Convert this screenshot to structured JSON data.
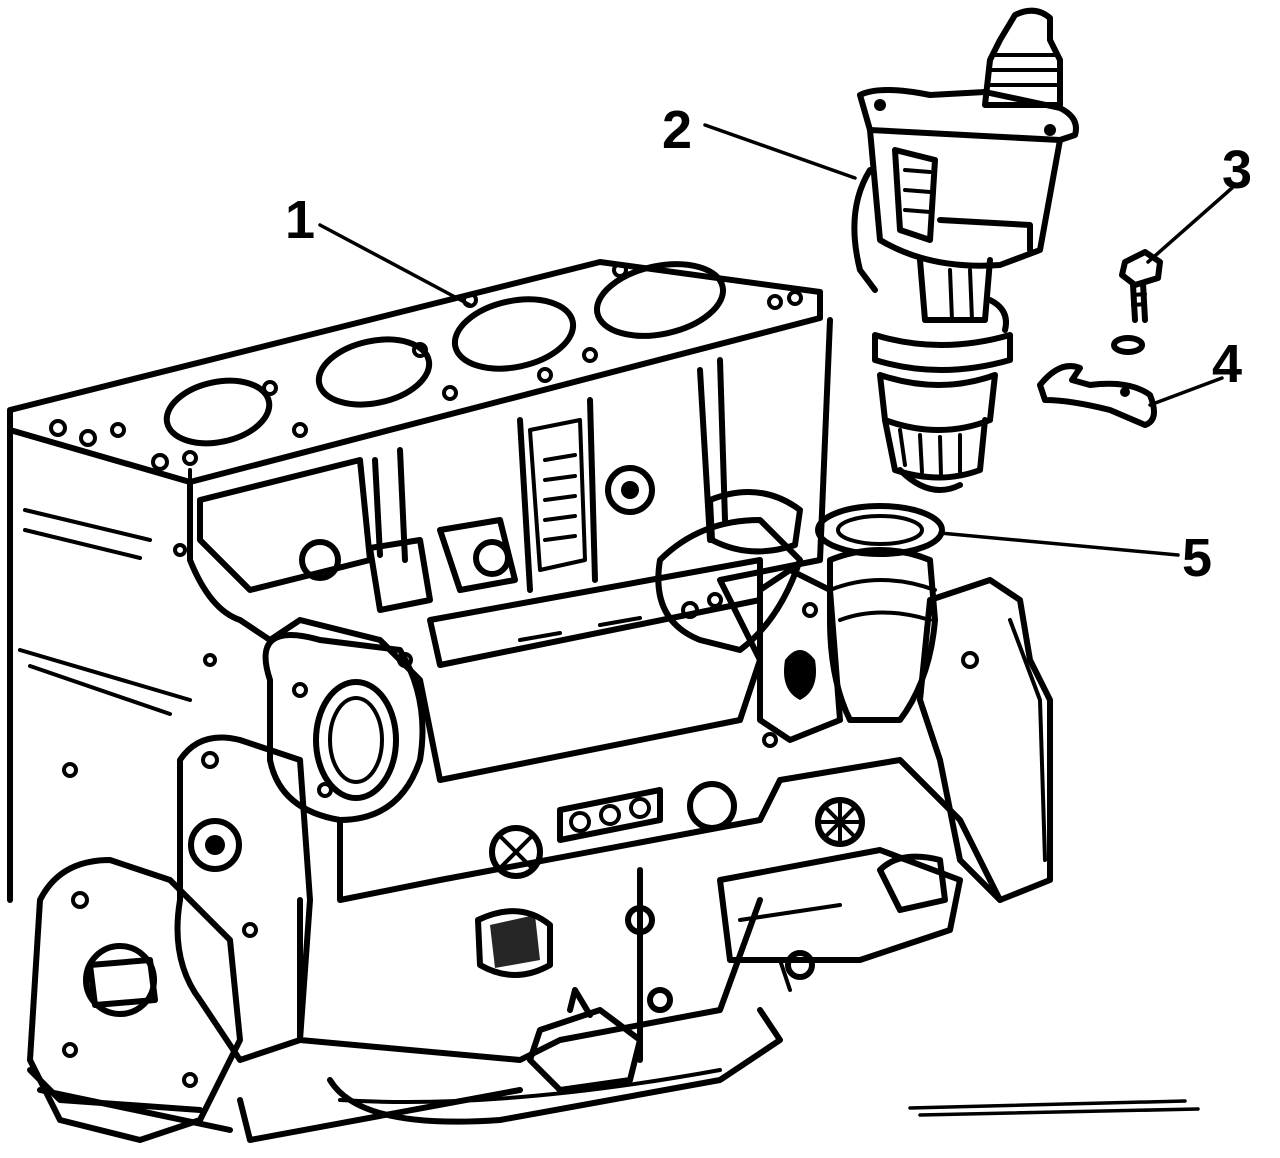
{
  "callouts": [
    {
      "id": "1",
      "text": "1"
    },
    {
      "id": "2",
      "text": "2"
    },
    {
      "id": "3",
      "text": "3"
    },
    {
      "id": "4",
      "text": "4"
    },
    {
      "id": "5",
      "text": "5"
    }
  ],
  "ink_color": "#000000",
  "background_color": "#ffffff"
}
